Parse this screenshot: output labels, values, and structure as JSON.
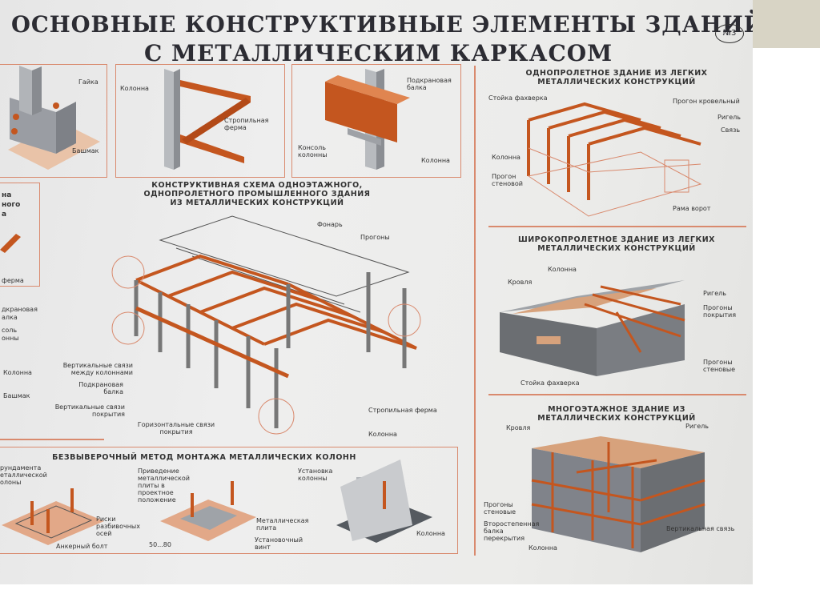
{
  "poster": {
    "title_line1": "ОСНОВНЫЕ КОНСТРУКТИВНЫЕ ЭЛЕМЕНТЫ ЗДАНИЙ",
    "title_line2": "С МЕТАЛЛИЧЕСКИМ КАРКАСОМ",
    "sheet_number": "№3"
  },
  "details": {
    "base": {
      "labels": [
        "Гайка",
        "Башмак"
      ]
    },
    "truss": {
      "labels": [
        "Колонна",
        "Стропильная ферма"
      ]
    },
    "crane": {
      "labels": [
        "Подкрановая балка",
        "Консоль колонны",
        "Колонна"
      ]
    }
  },
  "left_strip": {
    "labels": [
      "на",
      "ного",
      "а",
      "ферма",
      "дкрановая",
      "алка",
      "соль",
      "онны",
      "Колонна",
      "Башмак"
    ]
  },
  "main_scheme": {
    "heading": "КОНСТРУКТИВНАЯ СХЕМА ОДНОЭТАЖНОГО, ОДНОПРОЛЕТНОГО ПРОМЫШЛЕННОГО ЗДАНИЯ ИЗ МЕТАЛЛИЧЕСКИХ КОНСТРУКЦИЙ",
    "labels": {
      "lantern": "Фонарь",
      "purlins": "Прогоны",
      "vbraces_cols": "Вертикальные связи между колоннами",
      "crane_beam": "Подкрановая балка",
      "vbraces_roof": "Вертикальные связи покрытия",
      "hbraces": "Горизонтальные связи покрытия",
      "truss": "Стропильная ферма",
      "column": "Колонна"
    }
  },
  "mounting": {
    "heading": "БЕЗВЫВЕРОЧНЫЙ МЕТОД МОНТАЖА МЕТАЛЛИЧЕСКИХ КОЛОНН",
    "labels": {
      "found": "рундамента еталлической олоны",
      "risks": "Риски разбивочных осей",
      "anchor": "Анкерный болт",
      "bring": "Приведение металлической плиты в проектное положение",
      "plate": "Металлическая плита",
      "screw": "Установочный винт",
      "dim": "50...80",
      "install": "Установка колонны",
      "column": "Колонна"
    }
  },
  "light_building": {
    "heading": "ОДНОПРОЛЕТНОЕ ЗДАНИЕ ИЗ ЛЕГКИХ МЕТАЛЛИЧЕСКИХ КОНСТРУКЦИЙ",
    "labels": {
      "rack": "Стойка фахверка",
      "roof_purlin": "Прогон кровельный",
      "girder": "Ригель",
      "brace": "Связь",
      "column": "Колонна",
      "wall_purlin": "Прогон стеновой",
      "gate": "Рама ворот"
    }
  },
  "wide_building": {
    "heading": "ШИРОКОПРОЛЕТНОЕ ЗДАНИЕ ИЗ ЛЕГКИХ МЕТАЛЛИЧЕСКИХ КОНСТРУКЦИЙ",
    "labels": {
      "column": "Колонна",
      "roof": "Кровля",
      "girder": "Ригель",
      "roof_purlins": "Прогоны покрытия",
      "wall_purlins": "Прогоны стеновые",
      "rack": "Стойка фахверка"
    }
  },
  "multi_building": {
    "heading": "МНОГОЭТАЖНОЕ ЗДАНИЕ ИЗ МЕТАЛЛИЧЕСКИХ КОНСТРУКЦИЙ",
    "labels": {
      "roof": "Кровля",
      "girder": "Ригель",
      "wall_purlins": "Прогоны стеновые",
      "secondary_beam": "Второстепенная балка перекрытия",
      "vbrace": "Вертикальная связь",
      "column": "Колонна"
    }
  },
  "colors": {
    "steel": "#c4561f",
    "frame_line": "#d98a6e",
    "ink": "#2c2c33",
    "grey_wall": "#6b6e72",
    "roof_tan": "#d7a27c"
  }
}
